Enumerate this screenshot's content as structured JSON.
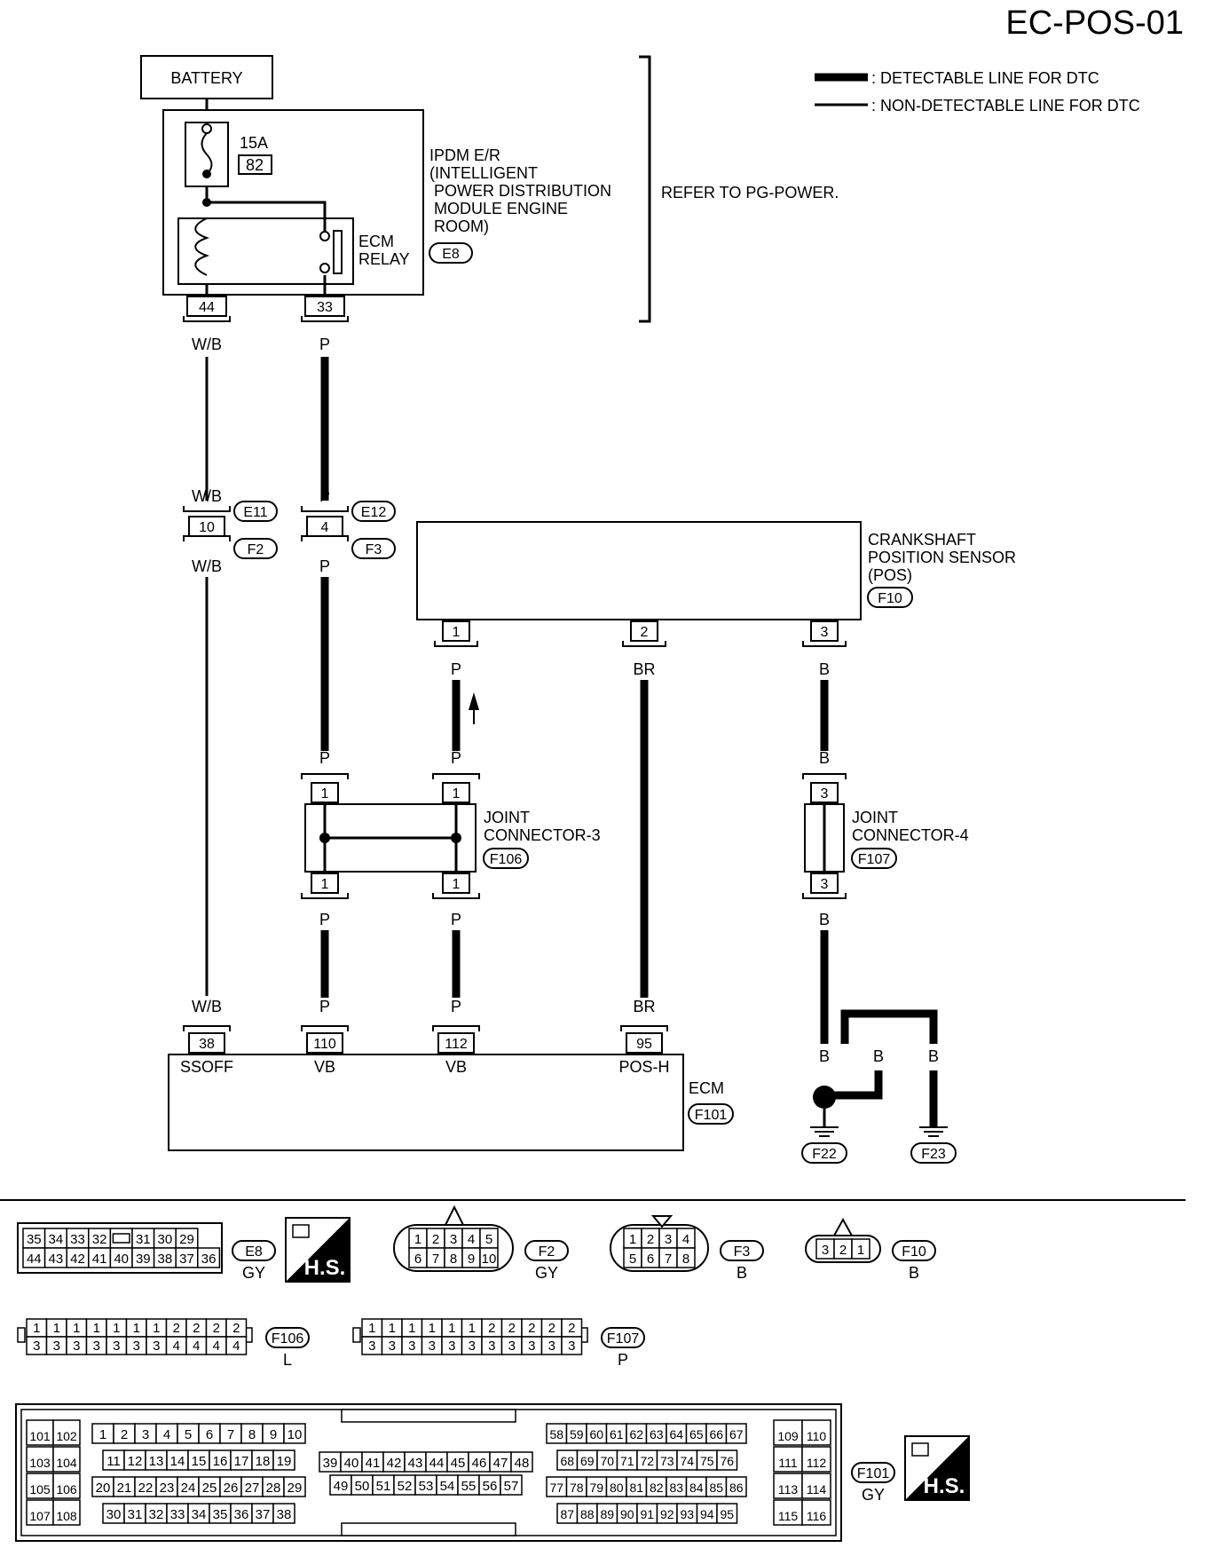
{
  "page_code": "EC-POS-01",
  "legend": {
    "detectable": ": DETECTABLE LINE FOR DTC",
    "non_detectable": ": NON-DETECTABLE LINE FOR DTC"
  },
  "battery": "BATTERY",
  "fuse": {
    "rating": "15A",
    "number": "82"
  },
  "ipdm": {
    "lines": [
      "IPDM E/R",
      "(INTELLIGENT",
      "POWER DISTRIBUTION",
      "MODULE ENGINE",
      "ROOM)"
    ],
    "connector": "E8",
    "pins": [
      "44",
      "33"
    ]
  },
  "ecm_relay": [
    "ECM",
    "RELAY"
  ],
  "refer": "REFER TO PG-POWER.",
  "wires": {
    "wb": "W/B",
    "p": "P",
    "br": "BR",
    "b": "B"
  },
  "harness": {
    "left": {
      "pin": "10",
      "upper": "E11",
      "lower": "F2"
    },
    "right": {
      "pin": "4",
      "upper": "E12",
      "lower": "F3"
    }
  },
  "ckp": {
    "lines": [
      "CRANKSHAFT",
      "POSITION SENSOR",
      "(POS)"
    ],
    "connector": "F10",
    "pins": [
      "1",
      "2",
      "3"
    ]
  },
  "jc3": {
    "lines": [
      "JOINT",
      "CONNECTOR-3"
    ],
    "connector": "F106",
    "pin": "1"
  },
  "jc4": {
    "lines": [
      "JOINT",
      "CONNECTOR-4"
    ],
    "connector": "F107",
    "pin": "3"
  },
  "ecm": {
    "label": "ECM",
    "connector": "F101",
    "pins": [
      {
        "num": "38",
        "name": "SSOFF"
      },
      {
        "num": "110",
        "name": "VB"
      },
      {
        "num": "112",
        "name": "VB"
      },
      {
        "num": "95",
        "name": "POS-H"
      }
    ]
  },
  "grounds": [
    "F22",
    "F23"
  ],
  "connector_views": {
    "e8": {
      "id": "E8",
      "color": "GY",
      "top": [
        "35",
        "34",
        "33",
        "32",
        "",
        "31",
        "30",
        "29"
      ],
      "bottom": [
        "44",
        "43",
        "42",
        "41",
        "40",
        "39",
        "38",
        "37",
        "36"
      ]
    },
    "f2": {
      "id": "F2",
      "color": "GY",
      "top": [
        "1",
        "2",
        "3",
        "4",
        "5"
      ],
      "bottom": [
        "6",
        "7",
        "8",
        "9",
        "10"
      ]
    },
    "f3": {
      "id": "F3",
      "color": "B",
      "top": [
        "1",
        "2",
        "3",
        "4"
      ],
      "bottom": [
        "5",
        "6",
        "7",
        "8"
      ]
    },
    "f10": {
      "id": "F10",
      "color": "B",
      "pins": [
        "3",
        "2",
        "1"
      ]
    },
    "f106": {
      "id": "F106",
      "color": "L",
      "top": [
        "1",
        "1",
        "1",
        "1",
        "1",
        "1",
        "1",
        "2",
        "2",
        "2",
        "2"
      ],
      "bottom": [
        "3",
        "3",
        "3",
        "3",
        "3",
        "3",
        "3",
        "4",
        "4",
        "4",
        "4"
      ]
    },
    "f107": {
      "id": "F107",
      "color": "P",
      "top": [
        "1",
        "1",
        "1",
        "1",
        "1",
        "1",
        "2",
        "2",
        "2",
        "2",
        "2"
      ],
      "bottom": [
        "3",
        "3",
        "3",
        "3",
        "3",
        "3",
        "3",
        "3",
        "3",
        "3",
        "3"
      ]
    },
    "f101": {
      "id": "F101",
      "color": "GY",
      "g1": [
        [
          "101",
          "102"
        ],
        [
          "103",
          "104"
        ],
        [
          "105",
          "106"
        ],
        [
          "107",
          "108"
        ]
      ],
      "g2": [
        [
          "1",
          "2",
          "3",
          "4",
          "5",
          "6",
          "7",
          "8",
          "9",
          "10"
        ],
        [
          "11",
          "12",
          "13",
          "14",
          "15",
          "16",
          "17",
          "18",
          "19"
        ],
        [
          "20",
          "21",
          "22",
          "23",
          "24",
          "25",
          "26",
          "27",
          "28",
          "29"
        ],
        [
          "30",
          "31",
          "32",
          "33",
          "34",
          "35",
          "36",
          "37",
          "38"
        ]
      ],
      "g3": [
        [
          "39",
          "40",
          "41",
          "42",
          "43",
          "44",
          "45",
          "46",
          "47",
          "48"
        ],
        [
          "49",
          "50",
          "51",
          "52",
          "53",
          "54",
          "55",
          "56",
          "57"
        ]
      ],
      "g4": [
        [
          "58",
          "59",
          "60",
          "61",
          "62",
          "63",
          "64",
          "65",
          "66",
          "67"
        ],
        [
          "68",
          "69",
          "70",
          "71",
          "72",
          "73",
          "74",
          "75",
          "76"
        ],
        [
          "77",
          "78",
          "79",
          "80",
          "81",
          "82",
          "83",
          "84",
          "85",
          "86"
        ],
        [
          "87",
          "88",
          "89",
          "90",
          "91",
          "92",
          "93",
          "94",
          "95"
        ]
      ],
      "g5": [
        [
          "109",
          "110"
        ],
        [
          "111",
          "112"
        ],
        [
          "113",
          "114"
        ],
        [
          "115",
          "116"
        ]
      ]
    },
    "hs": "H.S."
  }
}
